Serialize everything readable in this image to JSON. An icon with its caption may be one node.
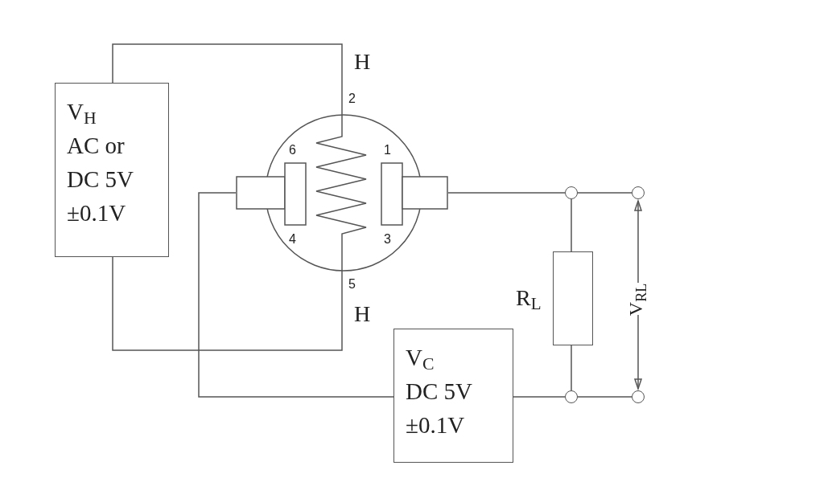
{
  "diagram": {
    "nodes": [
      {
        "text": [
          "V$_{H}$",
          "AC or",
          "DC 5V",
          "±0.1V"
        ]
      },
      {
        "text": [],
        "shape": "circle"
      },
      {
        "text": [
          "V$_{C}$",
          "DC 5V",
          "±0.1V"
        ]
      },
      {
        "text": [],
        "shape": "box",
        "beside": [
          "R$_{L}$"
        ]
      },
      {
        "text": [],
        "shape": "circle"
      },
      {
        "text": [],
        "shape": "circle"
      },
      {
        "text": [],
        "shape": "circle"
      },
      {
        "text": [],
        "shape": "circle"
      }
    ],
    "edges": [
      {
        "from": 0,
        "to": 1,
        "arrow": "none"
      },
      {
        "from": 0,
        "to": 1,
        "arrow": "none"
      },
      {
        "from": 1,
        "to": 4,
        "arrow": "none"
      },
      {
        "from": 4,
        "to": 6,
        "arrow": "none"
      },
      {
        "from": 4,
        "to": 3,
        "arrow": "none"
      },
      {
        "from": 3,
        "to": 5,
        "arrow": "none"
      },
      {
        "from": 5,
        "to": 7,
        "arrow": "none"
      },
      {
        "from": 2,
        "to": 5,
        "arrow": "none"
      },
      {
        "from": 1,
        "to": 2,
        "arrow": "none"
      }
    ],
    "labels": [
      "H",
      "2",
      "6",
      "1",
      "4",
      "3",
      "5",
      "H",
      "V$_{RL}$"
    ]
  }
}
